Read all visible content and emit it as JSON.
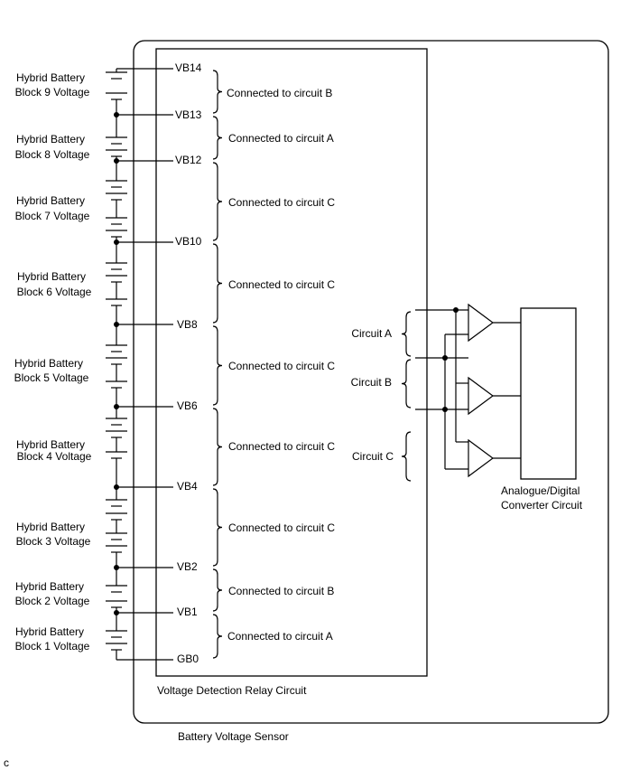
{
  "block_labels": [
    {
      "line1": "Hybrid Battery",
      "line2": "Block 9 Voltage"
    },
    {
      "line1": "Hybrid Battery",
      "line2": "Block 8 Voltage"
    },
    {
      "line1": "Hybrid Battery",
      "line2": "Block 7 Voltage"
    },
    {
      "line1": "Hybrid Battery",
      "line2": "Block 6 Voltage"
    },
    {
      "line1": "Hybrid Battery",
      "line2": "Block 5 Voltage"
    },
    {
      "line1": "Hybrid Battery",
      "line2": "Block 4 Voltage"
    },
    {
      "line1": "Hybrid Battery",
      "line2": "Block 3 Voltage"
    },
    {
      "line1": "Hybrid Battery",
      "line2": "Block 2 Voltage"
    },
    {
      "line1": "Hybrid Battery",
      "line2": "Block 1 Voltage"
    }
  ],
  "terminals": [
    "VB14",
    "VB13",
    "VB12",
    "VB10",
    "VB8",
    "VB6",
    "VB4",
    "VB2",
    "VB1",
    "GB0"
  ],
  "connections": [
    "Connected to circuit B",
    "Connected to circuit A",
    "Connected to circuit C",
    "Connected to circuit C",
    "Connected to circuit C",
    "Connected to circuit C",
    "Connected to circuit C",
    "Connected to circuit B",
    "Connected to circuit A"
  ],
  "circuits": [
    "Circuit A",
    "Circuit B",
    "Circuit C"
  ],
  "adc": {
    "line1": "Analogue/Digital",
    "line2": "Converter Circuit"
  },
  "relay_label": "Voltage Detection Relay Circuit",
  "sensor_label": "Battery Voltage Sensor",
  "corner_mark": "c"
}
